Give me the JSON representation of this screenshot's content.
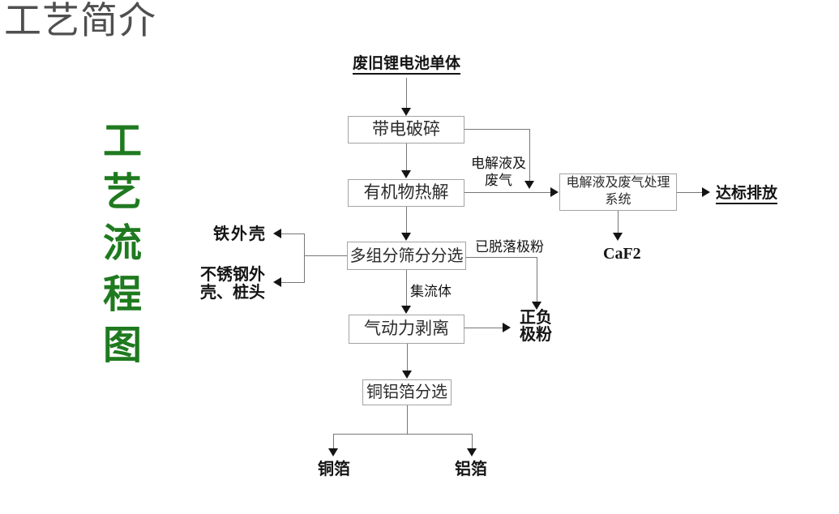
{
  "slide": {
    "title": "工艺简介",
    "side_title": "工艺流程图"
  },
  "flowchart": {
    "source_label": "废旧锂电池单体",
    "nodes": [
      {
        "id": "charged-crushing",
        "label": "带电破碎"
      },
      {
        "id": "organic-pyrolysis",
        "label": "有机物热解"
      },
      {
        "id": "multi-component-screening",
        "label": "多组分筛分分选"
      },
      {
        "id": "pneumatic-stripping",
        "label": "气动力剥离"
      },
      {
        "id": "cu-al-foil-sorting",
        "label": "铜铝箔分选"
      },
      {
        "id": "electrolyte-gas-treatment",
        "label": "电解液及废气处理系统"
      }
    ],
    "edge_labels": {
      "electrolyte_waste_gas": "电解液及废气",
      "detached_electrode_powder": "已脱落极粉",
      "current_collector": "集流体"
    },
    "outputs": {
      "iron_shell": "铁外壳",
      "stainless_shell_terminals": "不锈钢外壳、桩头",
      "positive_negative_powder": "正负极粉",
      "compliant_discharge": "达标排放",
      "caf2": "CaF2",
      "copper_foil": "铜箔",
      "aluminum_foil": "铝箔"
    },
    "colors": {
      "accent_green": "#1f7a1f",
      "title_gray": "#4f4f4f",
      "line_gray": "#777777",
      "box_border": "#a3a3a3",
      "arrow_black": "#141414"
    }
  }
}
